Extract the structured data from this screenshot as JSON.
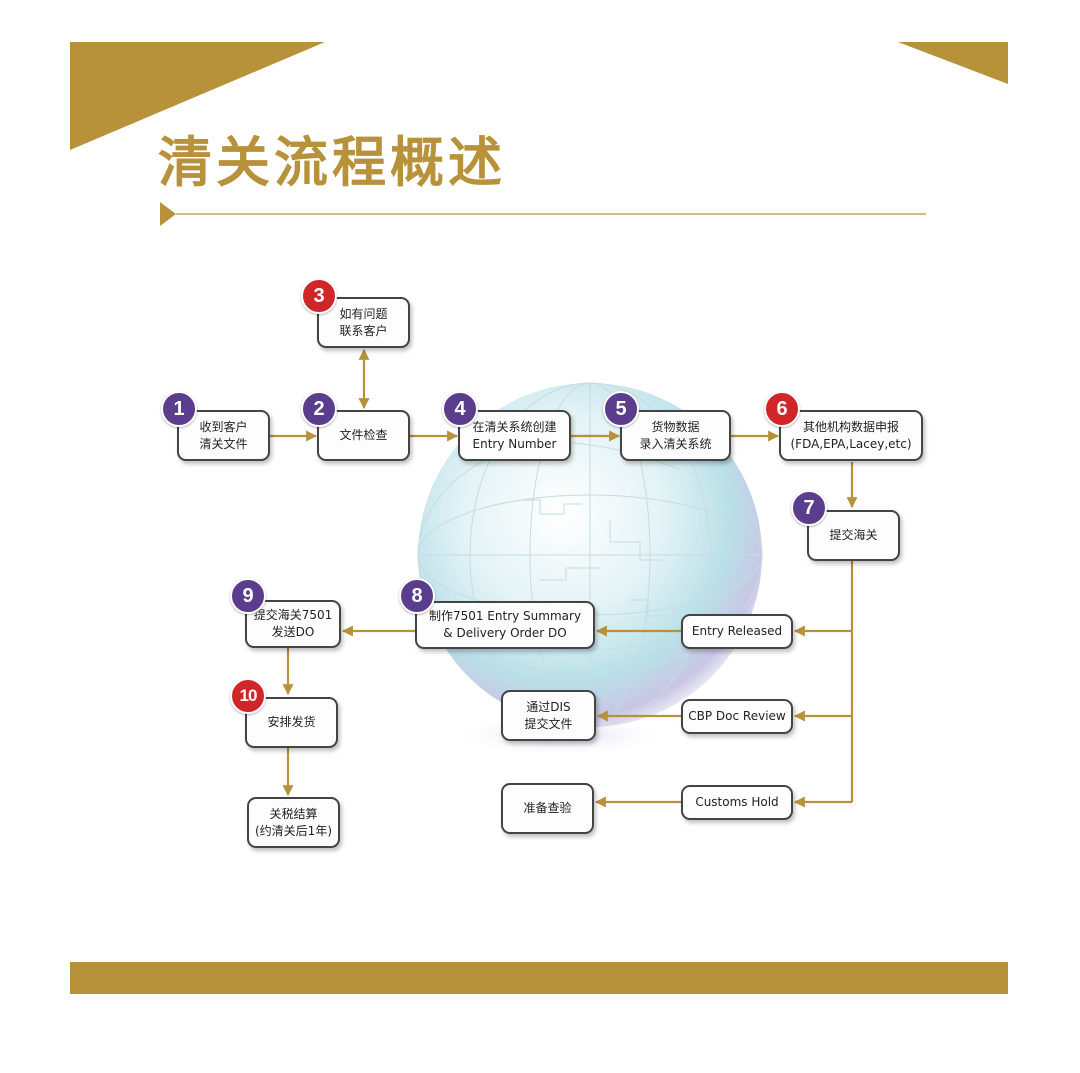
{
  "title": "清关流程概述",
  "colors": {
    "gold": "#b8923a",
    "purple": "#5a3d8c",
    "red": "#d0262a",
    "box_border": "#444444"
  },
  "steps": {
    "s1": {
      "number": "1",
      "badge_color": "purple",
      "line1": "收到客户",
      "line2": "清关文件"
    },
    "s2": {
      "number": "2",
      "badge_color": "purple",
      "line1": "文件检查",
      "line2": ""
    },
    "s3": {
      "number": "3",
      "badge_color": "red",
      "line1": "如有问题",
      "line2": "联系客户"
    },
    "s4": {
      "number": "4",
      "badge_color": "purple",
      "line1": "在清关系统创建",
      "line2": "Entry Number"
    },
    "s5": {
      "number": "5",
      "badge_color": "purple",
      "line1": "货物数据",
      "line2": "录入清关系统"
    },
    "s6": {
      "number": "6",
      "badge_color": "red",
      "line1": "其他机构数据申报",
      "line2": "(FDA,EPA,Lacey,etc)"
    },
    "s7": {
      "number": "7",
      "badge_color": "purple",
      "line1": "提交海关",
      "line2": ""
    },
    "s8": {
      "number": "8",
      "badge_color": "purple",
      "line1": "制作7501 Entry Summary",
      "line2": "& Delivery Order DO"
    },
    "s9": {
      "number": "9",
      "badge_color": "purple",
      "line1": "提交海关7501",
      "line2": "发送DO"
    },
    "s10": {
      "number": "10",
      "badge_color": "red",
      "line1": "安排发货",
      "line2": ""
    },
    "tax": {
      "line1": "关税结算",
      "line2": "(约清关后1年)"
    },
    "released": {
      "line1": "Entry Released",
      "line2": ""
    },
    "review": {
      "line1": "CBP Doc Review",
      "line2": ""
    },
    "dis": {
      "line1": "通过DIS",
      "line2": "提交文件"
    },
    "hold": {
      "line1": "Customs Hold",
      "line2": ""
    },
    "inspect": {
      "line1": "准备查验",
      "line2": ""
    }
  }
}
